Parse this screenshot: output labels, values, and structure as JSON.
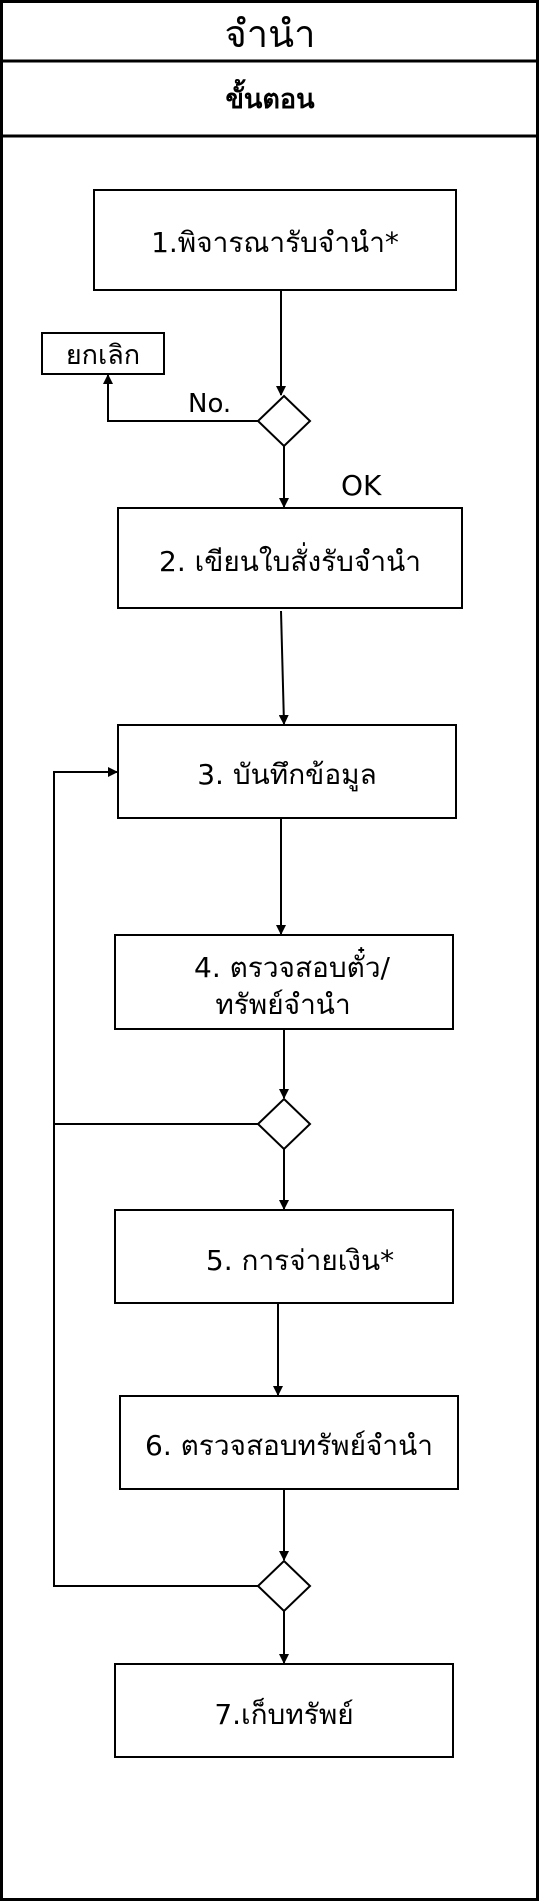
{
  "header": {
    "title": "จำนำ",
    "subtitle": "ขั้นตอน"
  },
  "steps": {
    "s1": "1.พิจารณารับจำนำ*",
    "s2": "2. เขียนใบสั่งรับจำนำ",
    "s3": "3. บันทึกข้อมูล",
    "s4_line1": "4. ตรวจสอบตั๋ว/",
    "s4_line2": "ทรัพย์จำนำ",
    "s5": "5. การจ่ายเงิน*",
    "s6": "6. ตรวจสอบทรัพย์จำนำ",
    "s7": "7.เก็บทรัพย์"
  },
  "cancel_box": "ยกเลิก",
  "edge_labels": {
    "no": "No.",
    "ok": "OK"
  }
}
